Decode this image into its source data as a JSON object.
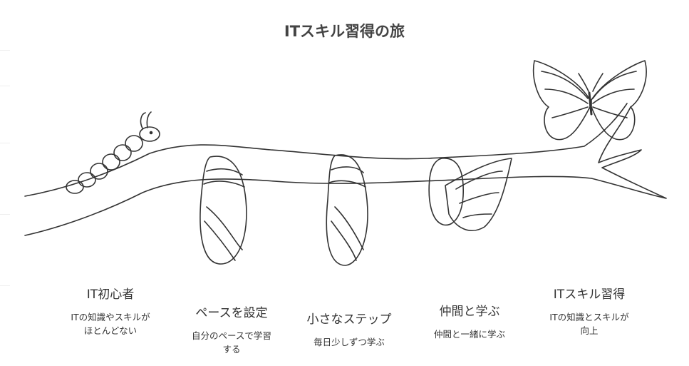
{
  "title": "ITスキル習得の旅",
  "stages": [
    {
      "title": "IT初心者",
      "description": "ITの知識やスキルがほとんどない",
      "icon": "caterpillar-icon"
    },
    {
      "title": "ペースを設定",
      "description": "自分のペースで学習する",
      "icon": "chrysalis-icon"
    },
    {
      "title": "小さなステップ",
      "description": "毎日少しずつ学ぶ",
      "icon": "chrysalis-icon"
    },
    {
      "title": "仲間と学ぶ",
      "description": "仲間と一緒に学ぶ",
      "icon": "emerging-butterfly-icon"
    },
    {
      "title": "ITスキル習得",
      "description": "ITの知識とスキルが向上",
      "icon": "butterfly-icon"
    }
  ]
}
